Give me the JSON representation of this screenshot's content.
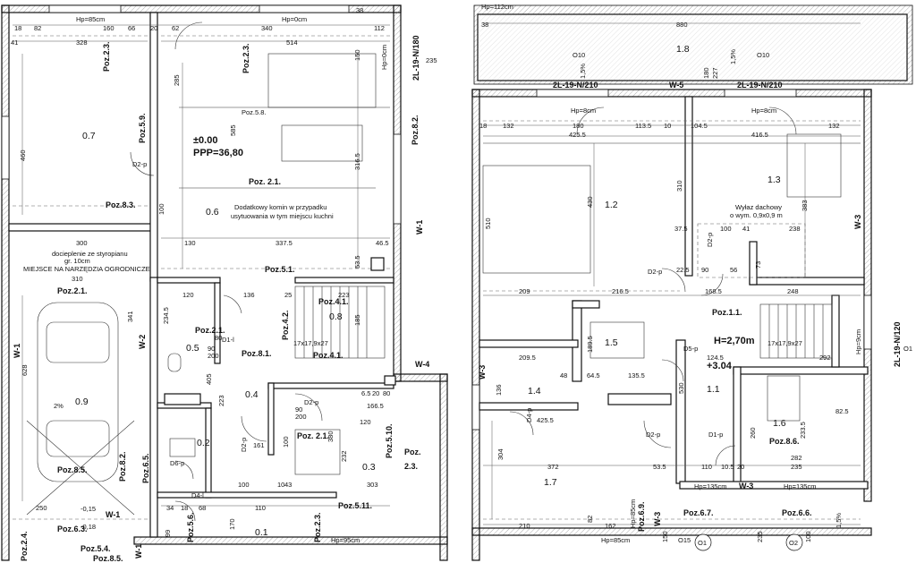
{
  "left_plan": {
    "rooms": [
      "0.7",
      "0.6",
      "0.8",
      "0.5",
      "0.9",
      "0.4",
      "0.2",
      "0.3",
      "0.1"
    ],
    "labels": {
      "hp85": "Hp=85cm",
      "hp0": "Hp=0cm",
      "hp0b": "Hp=0cm",
      "hp95": "Hp=95cm",
      "level": "±0.00",
      "ppp": "PPP=36,80",
      "kitchen_note_1": "Dodatkowy komin w przypadku",
      "kitchen_note_2": "usytuowania w tym miejscu kuchni",
      "insul_1": "docieplenie ze styropianu",
      "insul_2": "gr. 10cm",
      "tools": "MIEJSCE NA NARZĘDZIA OGRODNICZE",
      "stairs": "17x17,9x27",
      "slope": "2%",
      "lvl1": "-0,15",
      "lvl2": "-0,18"
    },
    "pos": [
      "Poz.2.3.",
      "Poz.2.3.",
      "Poz.5.8.",
      "Poz.5.9.",
      "Poz.8.3.",
      "Poz. 2.1.",
      "Poz.8.2.",
      "Poz.5.1.",
      "Poz.2.1.",
      "Poz.4.1.",
      "Poz.4.2.",
      "Poz.4.1.",
      "Poz.2.1.",
      "Poz.8.1.",
      "Poz. 2.1.",
      "Poz.5.10.",
      "Poz.8.2.",
      "Poz.6.5.",
      "Poz.8.5.",
      "Poz.5.6.",
      "Poz.2.3.",
      "Poz.5.11.",
      "Poz.6.3.",
      "Poz.5.4.",
      "Poz.8.5.",
      "Poz.2.4.",
      "Poz.",
      "2.3."
    ],
    "walls": [
      "W-1",
      "W-1",
      "W-2",
      "W-4",
      "W-1",
      "W-1"
    ],
    "doors": [
      "D2-p",
      "D1-l",
      "D2-p",
      "D2-p",
      "D6-p",
      "D4-l"
    ],
    "vent": [
      "2L-19-N/180"
    ],
    "dims": [
      "18",
      "82",
      "160",
      "66",
      "20",
      "62",
      "340",
      "112",
      "38",
      "41",
      "328",
      "514",
      "150",
      "235",
      "285",
      "585",
      "460",
      "316.5",
      "100",
      "300",
      "130",
      "337.5",
      "46.5",
      "53.5",
      "310",
      "120",
      "136",
      "25",
      "223",
      "341",
      "185",
      "234.5",
      "90",
      "200",
      "80",
      "628",
      "405",
      "223",
      "161",
      "90",
      "200",
      "6.5",
      "20",
      "80",
      "166.5",
      "120",
      "100",
      "380",
      "232",
      "303",
      "10",
      "43",
      "100",
      "250",
      "34",
      "18",
      "68",
      "110",
      "170",
      "99"
    ]
  },
  "right_plan": {
    "rooms": [
      "1.8",
      "1.2",
      "1.3",
      "1.5",
      "1.1",
      "1.4",
      "1.6",
      "1.7"
    ],
    "labels": {
      "hp112": "Hp=112cm",
      "hp8a": "Hp=8cm",
      "hp8b": "Hp=8cm",
      "h": "H=2,70m",
      "lvl": "+3.04",
      "roof_1": "Wyłaz dachowy",
      "roof_2": "o wym. 0,9x0,9 m",
      "stairs": "17x17,9x27",
      "hp9": "Hp=9cm",
      "hp135a": "Hp=135cm",
      "hp135b": "Hp=135cm",
      "hp85": "Hp=85cm",
      "hp85b": "Hp=85cm",
      "slope1": "1,5%",
      "slope2": "1,5%"
    },
    "pos": [
      "Poz.1.1.",
      "Poz.8.6.",
      "Poz.6.7.",
      "Poz.6.6.",
      "Poz.6.9."
    ],
    "walls": [
      "W-5",
      "W-3",
      "W-3",
      "W-3",
      "W-3"
    ],
    "windows": [
      "O10",
      "O10",
      "O15",
      "O1",
      "O2",
      "O1"
    ],
    "doors": [
      "D2-p",
      "D2-p",
      "D5-p",
      "D2-p",
      "D1-p",
      "D4-p"
    ],
    "vent": [
      "2L-19-N/210",
      "2L-19-N/210",
      "2L-19-N/120"
    ],
    "dims": [
      "38",
      "880",
      "180",
      "227",
      "1,5%",
      "18",
      "132",
      "180",
      "113.5",
      "10",
      "104.5",
      "416.5",
      "132",
      "425.5",
      "430",
      "510",
      "310",
      "383",
      "37.5",
      "100",
      "41",
      "238",
      "22.5",
      "90",
      "56",
      "73",
      "209",
      "216.5",
      "168.5",
      "248",
      "209.5",
      "189.5",
      "124.5",
      "292",
      "136",
      "48",
      "64.5",
      "135.5",
      "530",
      "82.5",
      "304",
      "425.5",
      "372",
      "260",
      "233.5",
      "282",
      "235",
      "53.5",
      "110",
      "10.5",
      "20",
      "210",
      "162",
      "82",
      "150",
      "235",
      "100"
    ]
  }
}
